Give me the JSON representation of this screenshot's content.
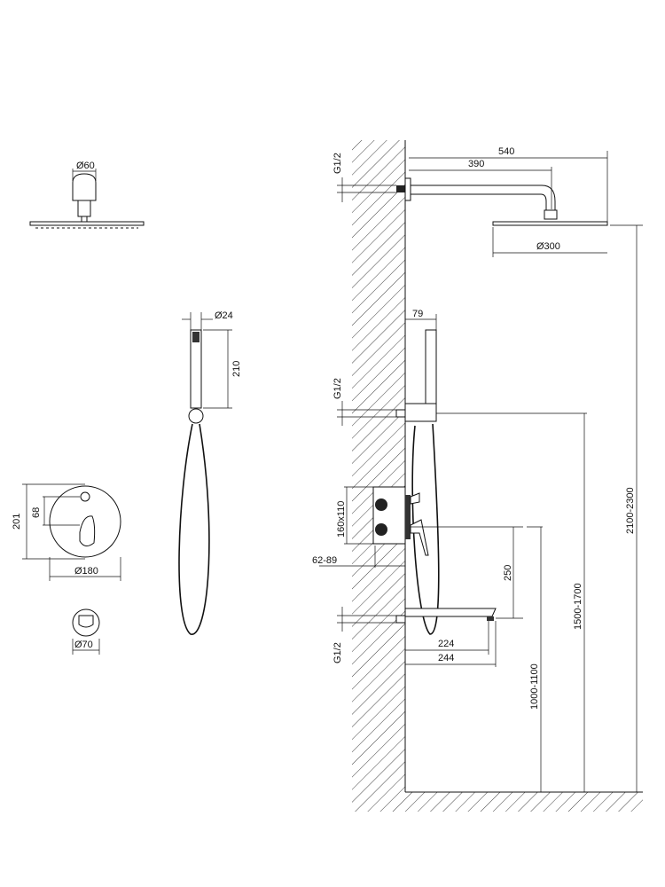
{
  "colors": {
    "line": "#111111",
    "background": "#ffffff"
  },
  "head_top": {
    "diameter": "Ø60"
  },
  "hand_shower": {
    "diameter": "Ø24",
    "length": "210"
  },
  "mixer": {
    "height": "201",
    "knob_offset": "68",
    "diameter": "Ø180"
  },
  "outlet": {
    "diameter": "Ø70"
  },
  "side": {
    "arm_total": "540",
    "arm_length": "390",
    "thread_top": "G1/2",
    "head_diameter": "Ø300",
    "hand_offset": "79",
    "thread_mid": "G1/2",
    "box_size": "160x110",
    "box_depth": "62-89",
    "spout_drop": "250",
    "thread_low": "G1/2",
    "spout_224": "224",
    "spout_244": "244",
    "h_spout": "1000-1100",
    "h_holder": "1500-1700",
    "h_head": "2100-2300"
  }
}
